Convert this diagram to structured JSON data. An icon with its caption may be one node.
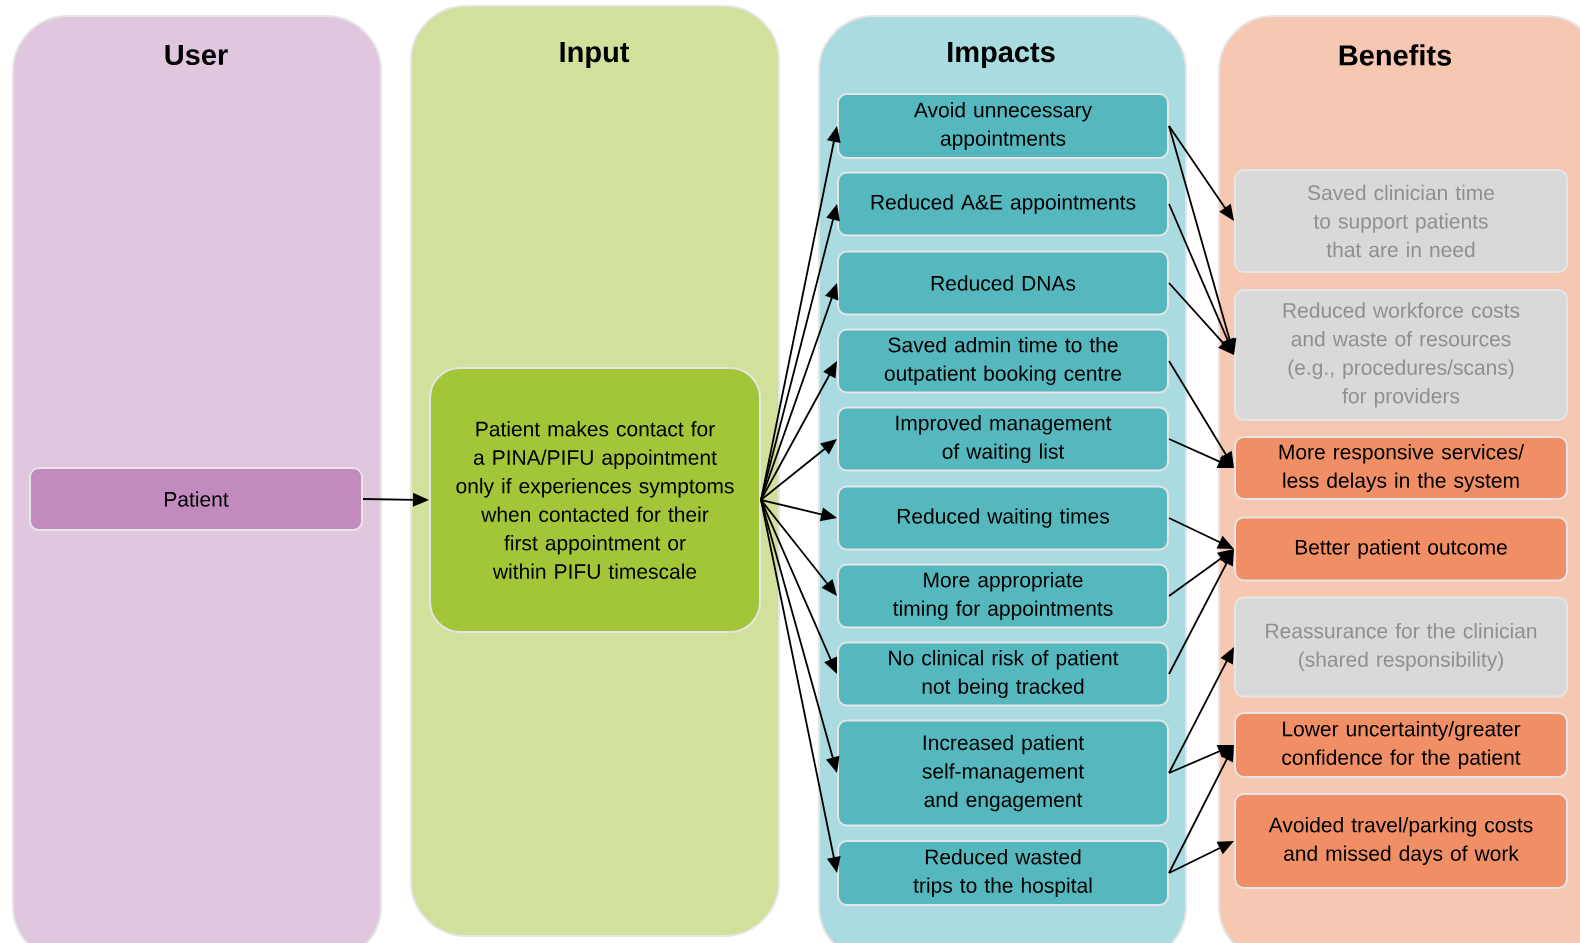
{
  "diagram": {
    "nodes": [
      {
        "text": [
          "User"
        ]
      },
      {
        "text": [
          "Input"
        ]
      },
      {
        "text": [
          "Impacts"
        ]
      },
      {
        "text": [
          "Benefits"
        ]
      },
      {
        "text": [
          "Patient"
        ],
        "in": 0
      },
      {
        "text": [
          "Patient makes contact for a PINA/PIFU appointment only if experiences symptoms when contacted for their first appointment or within PIFU timescale"
        ],
        "in": 1
      },
      {
        "text": [
          "Avoid unnecessary appointments"
        ],
        "in": 2
      },
      {
        "text": [
          "Reduced A&E appointments"
        ],
        "in": 2
      },
      {
        "text": [
          "Reduced DNAs"
        ],
        "in": 2
      },
      {
        "text": [
          "Saved admin time to the outpatient booking centre"
        ],
        "in": 2
      },
      {
        "text": [
          "Improved management of waiting list"
        ],
        "in": 2
      },
      {
        "text": [
          "Reduced waiting times"
        ],
        "in": 2
      },
      {
        "text": [
          "More appropriate timing for appointments"
        ],
        "in": 2
      },
      {
        "text": [
          "No clinical risk of patient not being tracked"
        ],
        "in": 2
      },
      {
        "text": [
          "Increased patient self-management and engagement"
        ],
        "in": 2
      },
      {
        "text": [
          "Reduced wasted trips to the hospital"
        ],
        "in": 2
      },
      {
        "text": [
          "Saved clinician time to support patients that are in need"
        ],
        "in": 3
      },
      {
        "text": [
          "Reduced workforce costs and waste of resources (e.g., procedures/scans) for providers"
        ],
        "in": 3
      },
      {
        "text": [
          "More responsive services/ less delays in the system"
        ],
        "in": 3
      },
      {
        "text": [
          "Better patient outcome"
        ],
        "in": 3
      },
      {
        "text": [
          "Reassurance for the clinician (shared responsibility)"
        ],
        "in": 3
      },
      {
        "text": [
          "Lower uncertainty/greater confidence for the patient"
        ],
        "in": 3
      },
      {
        "text": [
          "Avoided travel/parking costs and missed days of work"
        ],
        "in": 3
      }
    ],
    "edges": [
      {
        "from": 4,
        "to": 5,
        "arrow": "to"
      },
      {
        "from": 5,
        "to": 6,
        "arrow": "to"
      },
      {
        "from": 5,
        "to": 7,
        "arrow": "to"
      },
      {
        "from": 5,
        "to": 8,
        "arrow": "to"
      },
      {
        "from": 5,
        "to": 9,
        "arrow": "to"
      },
      {
        "from": 5,
        "to": 10,
        "arrow": "to"
      },
      {
        "from": 5,
        "to": 11,
        "arrow": "to"
      },
      {
        "from": 5,
        "to": 12,
        "arrow": "to"
      },
      {
        "from": 5,
        "to": 13,
        "arrow": "to"
      },
      {
        "from": 5,
        "to": 14,
        "arrow": "to"
      },
      {
        "from": 5,
        "to": 15,
        "arrow": "to"
      },
      {
        "from": 6,
        "to": 16,
        "arrow": "to"
      },
      {
        "from": 6,
        "to": 17,
        "arrow": "to"
      },
      {
        "from": 7,
        "to": 17,
        "arrow": "to"
      },
      {
        "from": 8,
        "to": 17,
        "arrow": "to"
      },
      {
        "from": 9,
        "to": 18,
        "arrow": "to"
      },
      {
        "from": 10,
        "to": 18,
        "arrow": "to"
      },
      {
        "from": 11,
        "to": 19,
        "arrow": "to"
      },
      {
        "from": 12,
        "to": 19,
        "arrow": "to"
      },
      {
        "from": 13,
        "to": 19,
        "arrow": "to"
      },
      {
        "from": 14,
        "to": 20,
        "arrow": "to"
      },
      {
        "from": 14,
        "to": 21,
        "arrow": "to"
      },
      {
        "from": 15,
        "to": 21,
        "arrow": "to"
      },
      {
        "from": 15,
        "to": 22,
        "arrow": "to"
      }
    ]
  }
}
